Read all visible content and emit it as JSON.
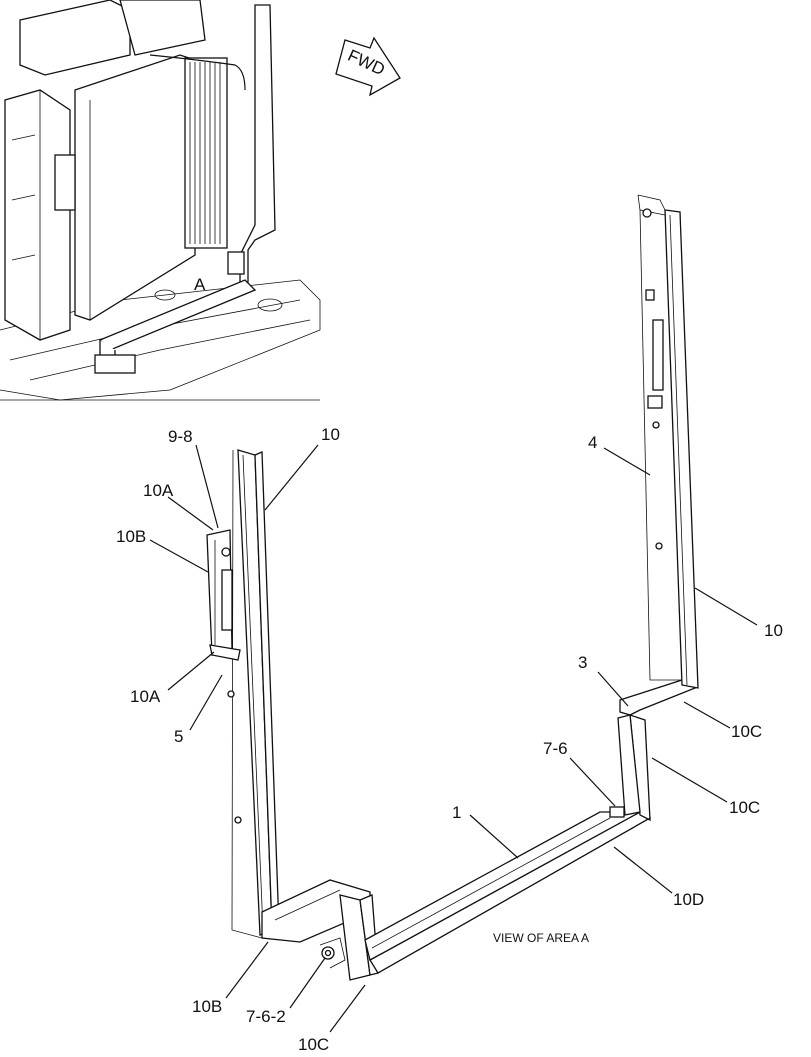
{
  "figure": {
    "fwd_arrow_text": "FWD",
    "area_marker": "A",
    "caption": "VIEW OF AREA A"
  },
  "callouts": [
    {
      "id": "9-8",
      "text": "9-8"
    },
    {
      "id": "10-top",
      "text": "10"
    },
    {
      "id": "10A-top",
      "text": "10A"
    },
    {
      "id": "10B-top",
      "text": "10B"
    },
    {
      "id": "10A-bottom",
      "text": "10A"
    },
    {
      "id": "5",
      "text": "5"
    },
    {
      "id": "4",
      "text": "4"
    },
    {
      "id": "10-right",
      "text": "10"
    },
    {
      "id": "3",
      "text": "3"
    },
    {
      "id": "10C-right-upper",
      "text": "10C"
    },
    {
      "id": "7-6",
      "text": "7-6"
    },
    {
      "id": "10C-right-lower",
      "text": "10C"
    },
    {
      "id": "1",
      "text": "1"
    },
    {
      "id": "10D",
      "text": "10D"
    },
    {
      "id": "10B-bottom",
      "text": "10B"
    },
    {
      "id": "7-6-2",
      "text": "7-6-2"
    },
    {
      "id": "10C-bottom",
      "text": "10C"
    }
  ]
}
